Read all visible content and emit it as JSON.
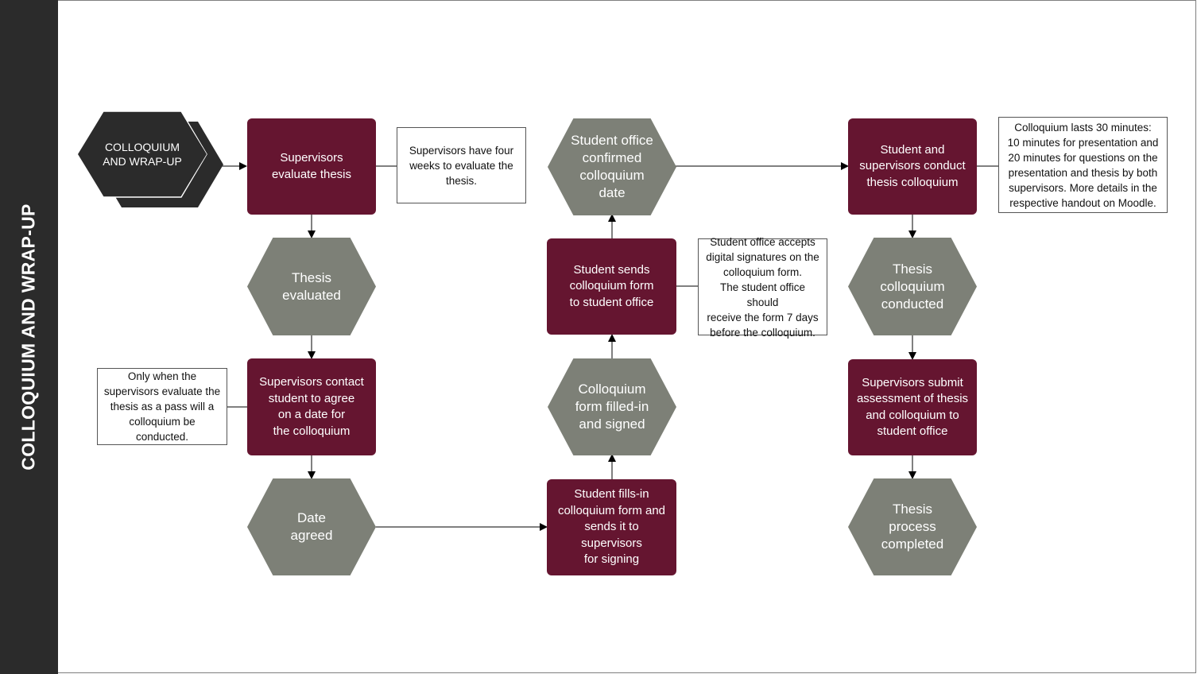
{
  "sidebar": {
    "title": "COLLOQUIUM AND WRAP-UP"
  },
  "start": {
    "label": "COLLOQUIUM\nAND WRAP-UP"
  },
  "steps": {
    "supervisors_evaluate": "Supervisors\nevaluate thesis",
    "thesis_evaluated": "Thesis\nevaluated",
    "supervisors_contact": "Supervisors contact\nstudent to agree\non a date for\nthe colloquium",
    "date_agreed": "Date\nagreed",
    "student_fills": "Student fills-in\ncolloquium form and\nsends it to supervisors\nfor signing",
    "form_signed": "Colloquium\nform filled-in\nand signed",
    "student_sends": "Student sends\ncolloquium form\nto student office",
    "office_confirmed": "Student office\nconfirmed\ncolloquium\ndate",
    "conduct_colloquium": "Student and\nsupervisors conduct\nthesis colloquium",
    "colloquium_conducted": "Thesis\ncolloquium\nconducted",
    "submit_assessment": "Supervisors submit\nassessment of thesis\nand colloquium to\nstudent office",
    "process_completed": "Thesis\nprocess\ncompleted"
  },
  "notes": {
    "four_weeks": "Supervisors have four\nweeks to evaluate the\nthesis.",
    "pass_only": "Only when the\nsupervisors evaluate the\nthesis as a pass will a\ncolloquium be conducted.",
    "digital_signatures": "Student office accepts\ndigital signatures on the\ncolloquium form.\nThe student office should\nreceive the form 7 days\nbefore the colloquium.",
    "duration": "Colloquium lasts 30 minutes:\n10 minutes for presentation and\n20 minutes for questions on the\npresentation and thesis by both\nsupervisors. More details in the\nrespective handout on Moodle."
  },
  "colors": {
    "step_fill": "#651530",
    "event_fill": "#7d8077",
    "start_fill": "#2b2b2b",
    "sidebar_fill": "#2b2b2b",
    "connector": "#000000"
  }
}
